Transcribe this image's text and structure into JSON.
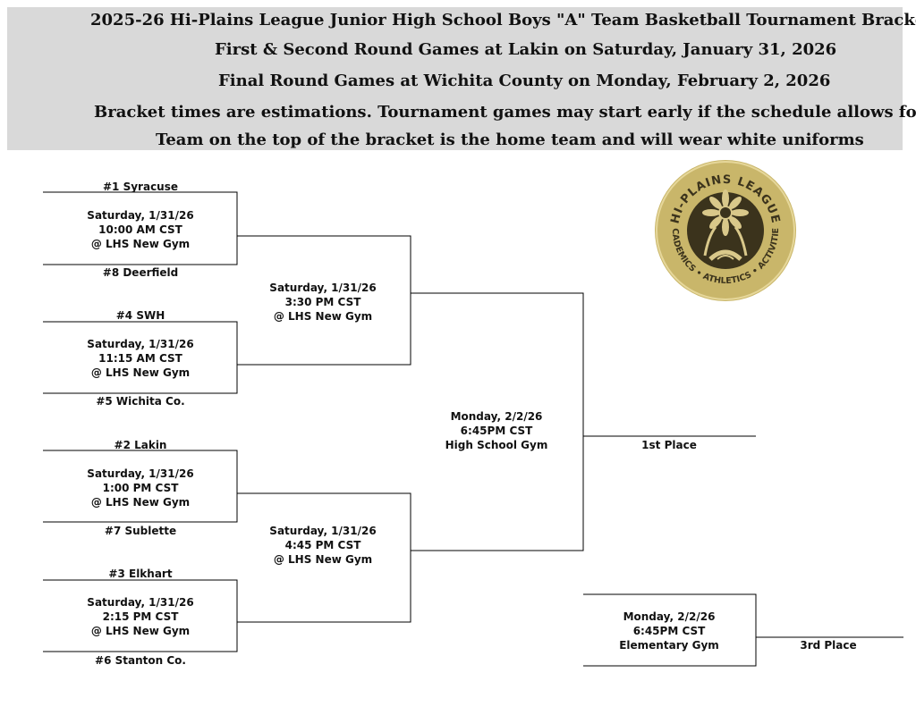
{
  "header": {
    "title": "2025-26 Hi-Plains League Junior High School Boys \"A\" Team Basketball Tournament Bracket",
    "line2": "First & Second Round Games at Lakin on Saturday, January 31, 2026",
    "line3": "Final Round Games at Wichita County on Monday, February 2, 2026",
    "line4": "Bracket times are estimations. Tournament games may start early if the schedule allows for it.",
    "line5": "Team on the top of the bracket is the home team and will wear white uniforms"
  },
  "teams": {
    "t1": "#1 Syracuse",
    "t8": "#8 Deerfield",
    "t4": "#4 SWH",
    "t5": "#5 Wichita Co.",
    "t2": "#2 Lakin",
    "t7": "#7 Sublette",
    "t3": "#3 Elkhart",
    "t6": "#6 Stanton Co."
  },
  "games": {
    "g1": {
      "date": "Saturday, 1/31/26",
      "time": "10:00 AM CST",
      "place": "@ LHS New Gym"
    },
    "g2": {
      "date": "Saturday, 1/31/26",
      "time": "11:15 AM CST",
      "place": "@ LHS New Gym"
    },
    "g3": {
      "date": "Saturday, 1/31/26",
      "time": "1:00 PM CST",
      "place": "@ LHS New Gym"
    },
    "g4": {
      "date": "Saturday, 1/31/26",
      "time": "2:15 PM CST",
      "place": "@ LHS New Gym"
    },
    "semi1": {
      "date": "Saturday, 1/31/26",
      "time": "3:30 PM CST",
      "place": "@ LHS New Gym"
    },
    "semi2": {
      "date": "Saturday, 1/31/26",
      "time": "4:45 PM CST",
      "place": "@ LHS New Gym"
    },
    "final": {
      "date": "Monday, 2/2/26",
      "time": "6:45PM CST",
      "place": "High School Gym"
    },
    "third": {
      "date": "Monday, 2/2/26",
      "time": "6:45PM CST",
      "place": "Elementary Gym"
    }
  },
  "results": {
    "first_place": "1st Place",
    "third_place": "3rd Place"
  },
  "logo": {
    "top_text": "HI-PLAINS LEAGUE",
    "bottom_text": "ACADEMICS • ATHLETICS • ACTIVITIES",
    "icon": "sunflower-wheat-emblem-icon",
    "colors": {
      "gold": "#c9b66a",
      "dark": "#3b331c",
      "light": "#e6d79a"
    }
  }
}
